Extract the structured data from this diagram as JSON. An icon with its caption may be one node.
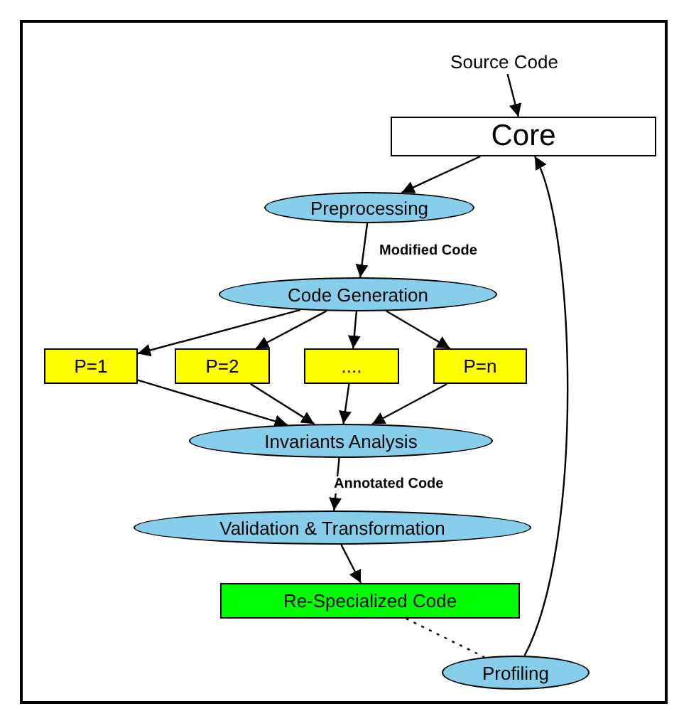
{
  "diagram": {
    "nodes": [
      {
        "text": [
          "Source Code"
        ]
      },
      {
        "text": [
          "Core"
        ]
      },
      {
        "text": [
          "Preprocessing"
        ]
      },
      {
        "text": [
          "Code Generation"
        ]
      },
      {
        "text": [
          "P=1"
        ]
      },
      {
        "text": [
          "P=2"
        ]
      },
      {
        "text": [
          "...."
        ]
      },
      {
        "text": [
          "P=n"
        ]
      },
      {
        "text": [
          "Invariants Analysis"
        ]
      },
      {
        "text": [
          "Validation & Transformation"
        ]
      },
      {
        "text": [
          "Re-Specialized Code"
        ]
      },
      {
        "text": [
          "Profiling"
        ]
      }
    ],
    "edges": [
      {
        "from": 0,
        "to": 1,
        "arrow": "to"
      },
      {
        "from": 1,
        "to": 2,
        "arrow": "to"
      },
      {
        "from": 2,
        "to": 3,
        "arrow": "to",
        "label": "Modified Code"
      },
      {
        "from": 3,
        "to": 4,
        "arrow": "to"
      },
      {
        "from": 3,
        "to": 5,
        "arrow": "to"
      },
      {
        "from": 3,
        "to": 6,
        "arrow": "to"
      },
      {
        "from": 3,
        "to": 7,
        "arrow": "to"
      },
      {
        "from": 4,
        "to": 8,
        "arrow": "to"
      },
      {
        "from": 5,
        "to": 8,
        "arrow": "to"
      },
      {
        "from": 6,
        "to": 8,
        "arrow": "to"
      },
      {
        "from": 7,
        "to": 8,
        "arrow": "to"
      },
      {
        "from": 8,
        "to": 9,
        "arrow": "to",
        "label": "Annotated Code"
      },
      {
        "from": 9,
        "to": 10,
        "arrow": "to"
      },
      {
        "from": 10,
        "to": 11,
        "arrow": "none",
        "style": "dashed"
      },
      {
        "from": 11,
        "to": 1,
        "arrow": "to"
      }
    ]
  }
}
